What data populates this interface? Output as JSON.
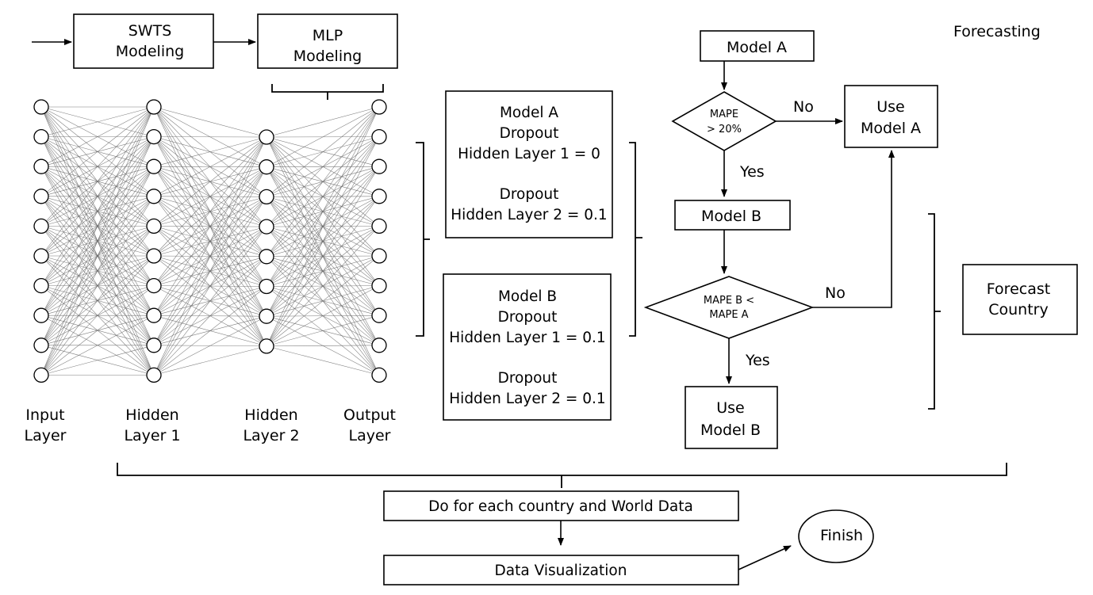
{
  "top": {
    "swts": [
      "SWTS",
      "Modeling"
    ],
    "mlp": [
      "MLP",
      "Modeling"
    ],
    "forecasting": "Forecasting"
  },
  "layers": {
    "input": [
      "Input",
      "Layer"
    ],
    "hidden1": [
      "Hidden",
      "Layer 1"
    ],
    "hidden2": [
      "Hidden",
      "Layer 2"
    ],
    "output": [
      "Output",
      "Layer"
    ]
  },
  "model_a_box": [
    "Model A",
    "Dropout",
    "Hidden Layer 1 = 0",
    "",
    "Dropout",
    "Hidden Layer 2 = 0.1"
  ],
  "model_b_box": [
    "Model B",
    "Dropout",
    "Hidden Layer 1 = 0.1",
    "",
    "Dropout",
    "Hidden Layer 2 = 0.1"
  ],
  "flow": {
    "model_a": "Model A",
    "mape_check": [
      "MAPE",
      "> 20%"
    ],
    "no_1": "No",
    "yes_1": "Yes",
    "use_model_a": [
      "Use",
      "Model A"
    ],
    "model_b": "Model B",
    "mape_compare": [
      "MAPE B  <",
      "MAPE A"
    ],
    "no_2": "No",
    "yes_2": "Yes",
    "use_model_b": [
      "Use",
      "Model B"
    ],
    "forecast_country": [
      "Forecast",
      "Country"
    ]
  },
  "bottom": {
    "each_country": "Do for each country and World Data",
    "visualization": "Data Visualization",
    "finish": "Finish"
  }
}
